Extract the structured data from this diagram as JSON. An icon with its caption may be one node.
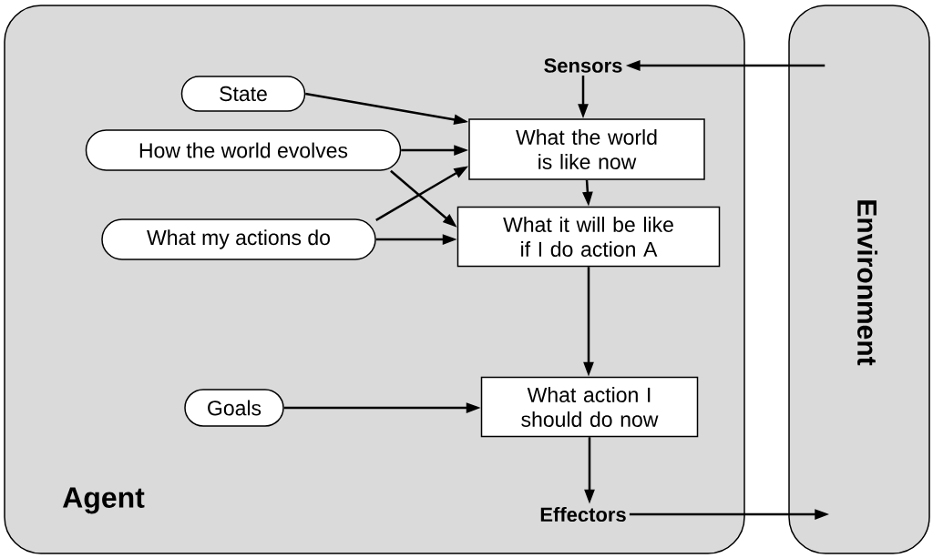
{
  "diagram": {
    "nodes": [
      {
        "text": [
          "Agent"
        ]
      },
      {
        "text": [
          "Environment"
        ]
      },
      {
        "text": [
          "Sensors"
        ],
        "in": 0
      },
      {
        "text": [
          "State"
        ],
        "in": 0
      },
      {
        "text": [
          "How the world evolves"
        ],
        "in": 0
      },
      {
        "text": [
          "What my actions do"
        ],
        "in": 0
      },
      {
        "text": [
          "What the world is like now"
        ],
        "in": 0
      },
      {
        "text": [
          "What it will be like if I do action A"
        ],
        "in": 0
      },
      {
        "text": [
          "Goals"
        ],
        "in": 0
      },
      {
        "text": [
          "What action I should do now"
        ],
        "in": 0
      },
      {
        "text": [
          "Effectors"
        ],
        "in": 0
      }
    ],
    "edges": [
      {
        "from": 1,
        "to": 2,
        "arrow": "to"
      },
      {
        "from": 2,
        "to": 6,
        "arrow": "to"
      },
      {
        "from": 3,
        "to": 6,
        "arrow": "to"
      },
      {
        "from": 4,
        "to": 6,
        "arrow": "to"
      },
      {
        "from": 5,
        "to": 6,
        "arrow": "to"
      },
      {
        "from": 4,
        "to": 7,
        "arrow": "to"
      },
      {
        "from": 5,
        "to": 7,
        "arrow": "to"
      },
      {
        "from": 6,
        "to": 7,
        "arrow": "to"
      },
      {
        "from": 7,
        "to": 9,
        "arrow": "to"
      },
      {
        "from": 8,
        "to": 9,
        "arrow": "to"
      },
      {
        "from": 9,
        "to": 10,
        "arrow": "to"
      },
      {
        "from": 10,
        "to": 1,
        "arrow": "to"
      }
    ]
  }
}
